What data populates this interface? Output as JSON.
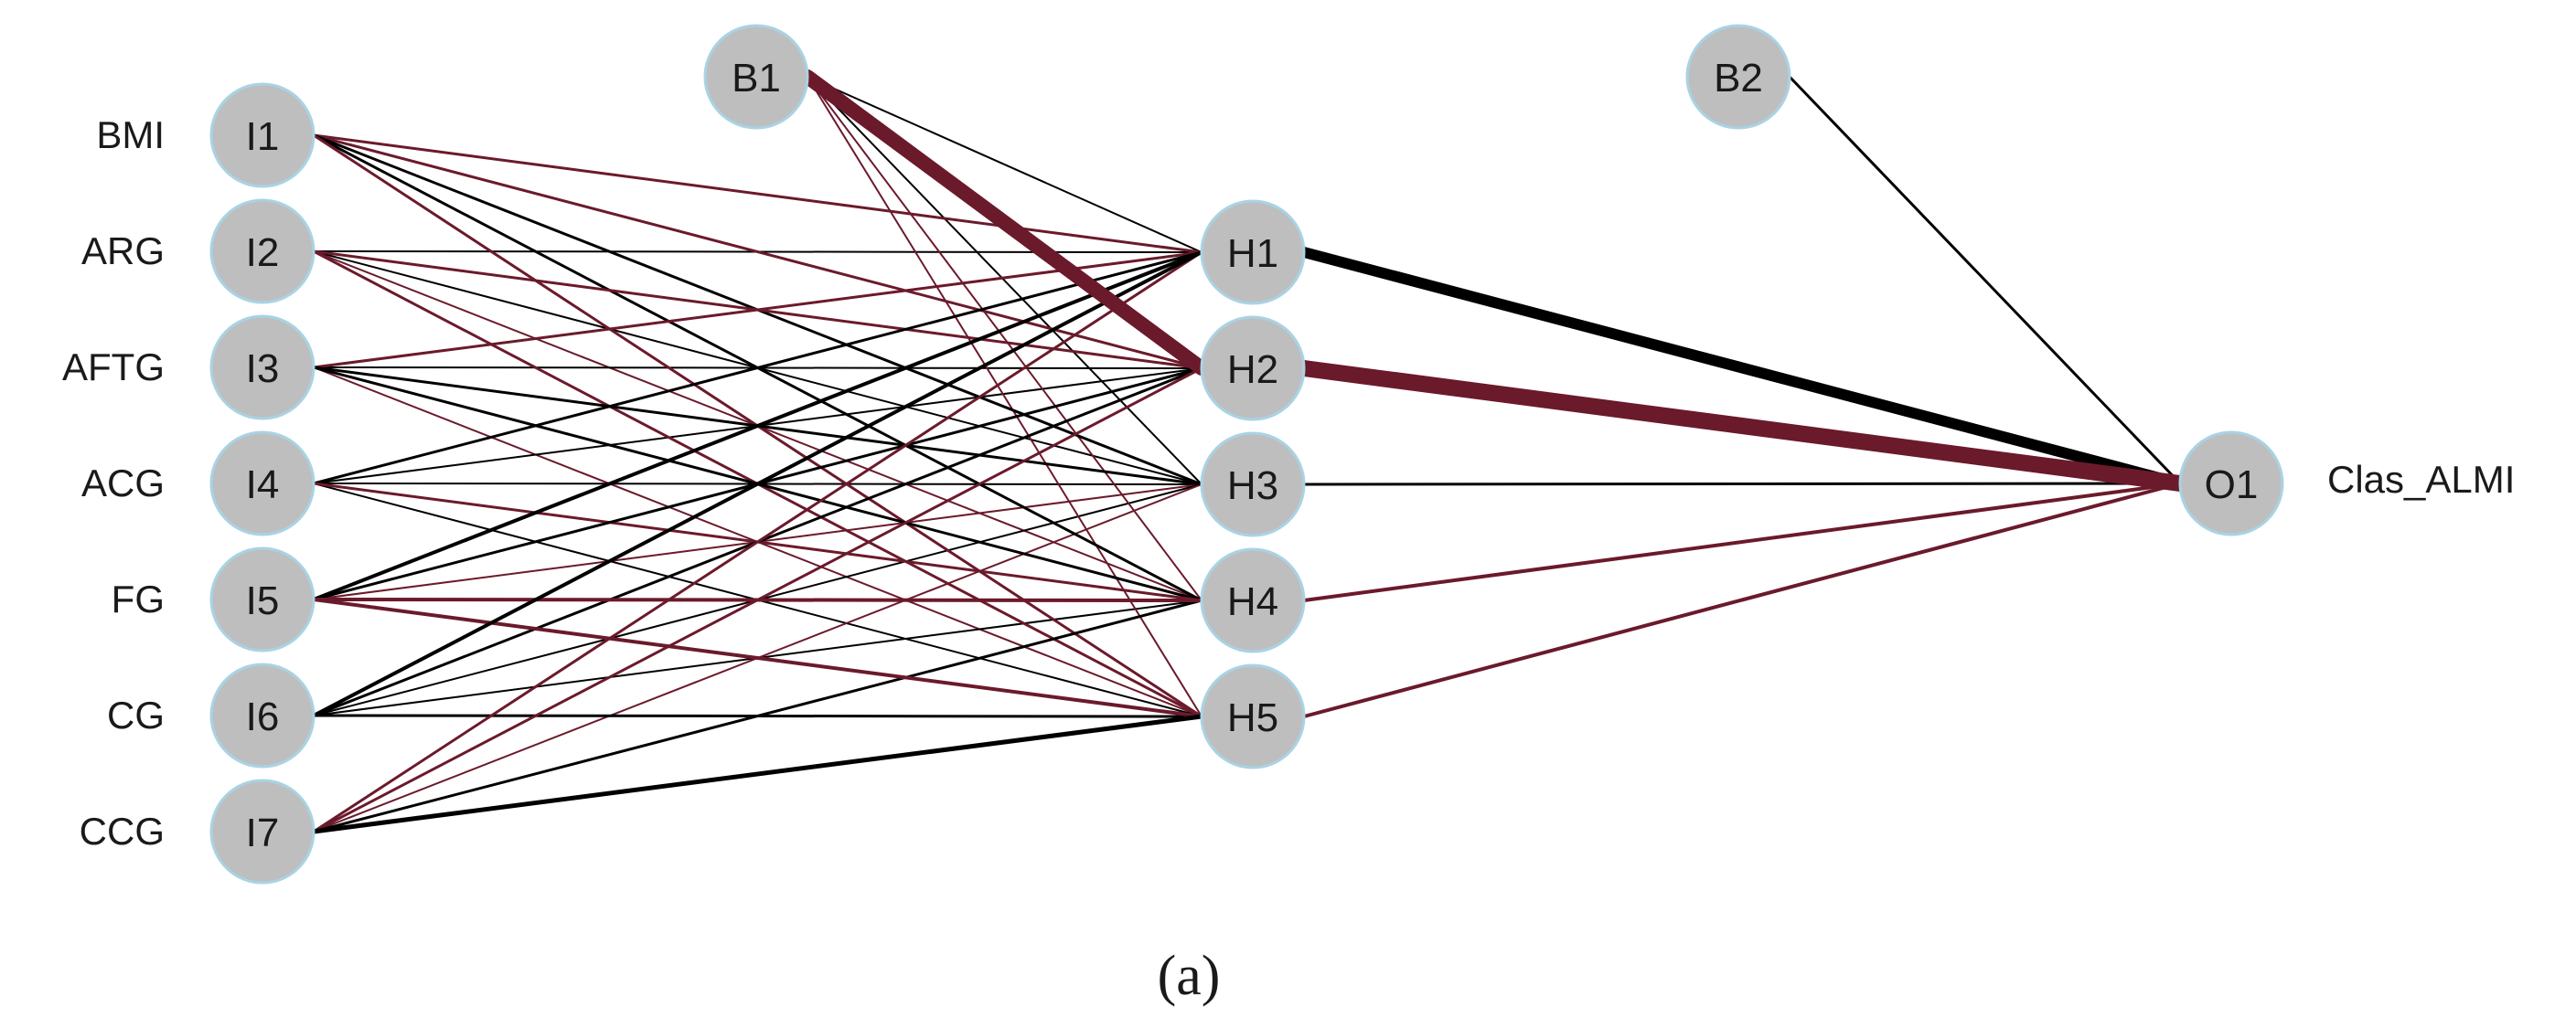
{
  "caption": "(a)",
  "colors": {
    "positive": "#000000",
    "negative": "#6b1a2b",
    "node_fill": "#bebebe",
    "node_outline": "#a9d3e4"
  },
  "layers": {
    "input": [
      {
        "id": "I1",
        "variable": "BMI"
      },
      {
        "id": "I2",
        "variable": "ARG"
      },
      {
        "id": "I3",
        "variable": "AFTG"
      },
      {
        "id": "I4",
        "variable": "ACG"
      },
      {
        "id": "I5",
        "variable": "FG"
      },
      {
        "id": "I6",
        "variable": "CG"
      },
      {
        "id": "I7",
        "variable": "CCG"
      }
    ],
    "hidden": [
      {
        "id": "H1"
      },
      {
        "id": "H2"
      },
      {
        "id": "H3"
      },
      {
        "id": "H4"
      },
      {
        "id": "H5"
      }
    ],
    "output": [
      {
        "id": "O1",
        "variable": "Clas_ALMI"
      }
    ],
    "bias": [
      {
        "id": "B1",
        "feeds": "hidden"
      },
      {
        "id": "B2",
        "feeds": "output"
      }
    ]
  },
  "connections": [
    {
      "from": "I1",
      "to": "H1",
      "sign": "neg",
      "weight": 1.5
    },
    {
      "from": "I1",
      "to": "H2",
      "sign": "neg",
      "weight": 1.5
    },
    {
      "from": "I1",
      "to": "H3",
      "sign": "pos",
      "weight": 1.5
    },
    {
      "from": "I1",
      "to": "H4",
      "sign": "pos",
      "weight": 1.5
    },
    {
      "from": "I1",
      "to": "H5",
      "sign": "neg",
      "weight": 1.5
    },
    {
      "from": "I2",
      "to": "H1",
      "sign": "pos",
      "weight": 1.0
    },
    {
      "from": "I2",
      "to": "H2",
      "sign": "neg",
      "weight": 1.5
    },
    {
      "from": "I2",
      "to": "H3",
      "sign": "pos",
      "weight": 1.0
    },
    {
      "from": "I2",
      "to": "H4",
      "sign": "neg",
      "weight": 1.0
    },
    {
      "from": "I2",
      "to": "H5",
      "sign": "neg",
      "weight": 1.5
    },
    {
      "from": "I3",
      "to": "H1",
      "sign": "neg",
      "weight": 1.5
    },
    {
      "from": "I3",
      "to": "H2",
      "sign": "pos",
      "weight": 1.0
    },
    {
      "from": "I3",
      "to": "H3",
      "sign": "pos",
      "weight": 1.5
    },
    {
      "from": "I3",
      "to": "H4",
      "sign": "pos",
      "weight": 1.5
    },
    {
      "from": "I3",
      "to": "H5",
      "sign": "neg",
      "weight": 1.0
    },
    {
      "from": "I4",
      "to": "H1",
      "sign": "pos",
      "weight": 1.5
    },
    {
      "from": "I4",
      "to": "H2",
      "sign": "pos",
      "weight": 1.0
    },
    {
      "from": "I4",
      "to": "H3",
      "sign": "pos",
      "weight": 1.0
    },
    {
      "from": "I4",
      "to": "H4",
      "sign": "neg",
      "weight": 1.5
    },
    {
      "from": "I4",
      "to": "H5",
      "sign": "pos",
      "weight": 1.0
    },
    {
      "from": "I5",
      "to": "H1",
      "sign": "pos",
      "weight": 2.0
    },
    {
      "from": "I5",
      "to": "H2",
      "sign": "pos",
      "weight": 1.5
    },
    {
      "from": "I5",
      "to": "H3",
      "sign": "neg",
      "weight": 1.0
    },
    {
      "from": "I5",
      "to": "H4",
      "sign": "neg",
      "weight": 2.0
    },
    {
      "from": "I5",
      "to": "H5",
      "sign": "neg",
      "weight": 2.0
    },
    {
      "from": "I6",
      "to": "H1",
      "sign": "pos",
      "weight": 2.0
    },
    {
      "from": "I6",
      "to": "H2",
      "sign": "pos",
      "weight": 1.5
    },
    {
      "from": "I6",
      "to": "H3",
      "sign": "pos",
      "weight": 1.0
    },
    {
      "from": "I6",
      "to": "H4",
      "sign": "pos",
      "weight": 1.0
    },
    {
      "from": "I6",
      "to": "H5",
      "sign": "pos",
      "weight": 1.5
    },
    {
      "from": "I7",
      "to": "H1",
      "sign": "neg",
      "weight": 1.5
    },
    {
      "from": "I7",
      "to": "H2",
      "sign": "neg",
      "weight": 1.5
    },
    {
      "from": "I7",
      "to": "H3",
      "sign": "neg",
      "weight": 1.0
    },
    {
      "from": "I7",
      "to": "H4",
      "sign": "pos",
      "weight": 1.5
    },
    {
      "from": "I7",
      "to": "H5",
      "sign": "pos",
      "weight": 2.5
    },
    {
      "from": "B1",
      "to": "H1",
      "sign": "pos",
      "weight": 1.0
    },
    {
      "from": "B1",
      "to": "H2",
      "sign": "neg",
      "weight": 8.0
    },
    {
      "from": "B1",
      "to": "H3",
      "sign": "pos",
      "weight": 1.0
    },
    {
      "from": "B1",
      "to": "H4",
      "sign": "neg",
      "weight": 1.0
    },
    {
      "from": "B1",
      "to": "H5",
      "sign": "neg",
      "weight": 1.0
    },
    {
      "from": "H1",
      "to": "O1",
      "sign": "pos",
      "weight": 6.0
    },
    {
      "from": "H2",
      "to": "O1",
      "sign": "neg",
      "weight": 9.0
    },
    {
      "from": "H3",
      "to": "O1",
      "sign": "pos",
      "weight": 1.5
    },
    {
      "from": "H4",
      "to": "O1",
      "sign": "neg",
      "weight": 2.0
    },
    {
      "from": "H5",
      "to": "O1",
      "sign": "neg",
      "weight": 2.0
    },
    {
      "from": "B2",
      "to": "O1",
      "sign": "pos",
      "weight": 1.5
    }
  ]
}
